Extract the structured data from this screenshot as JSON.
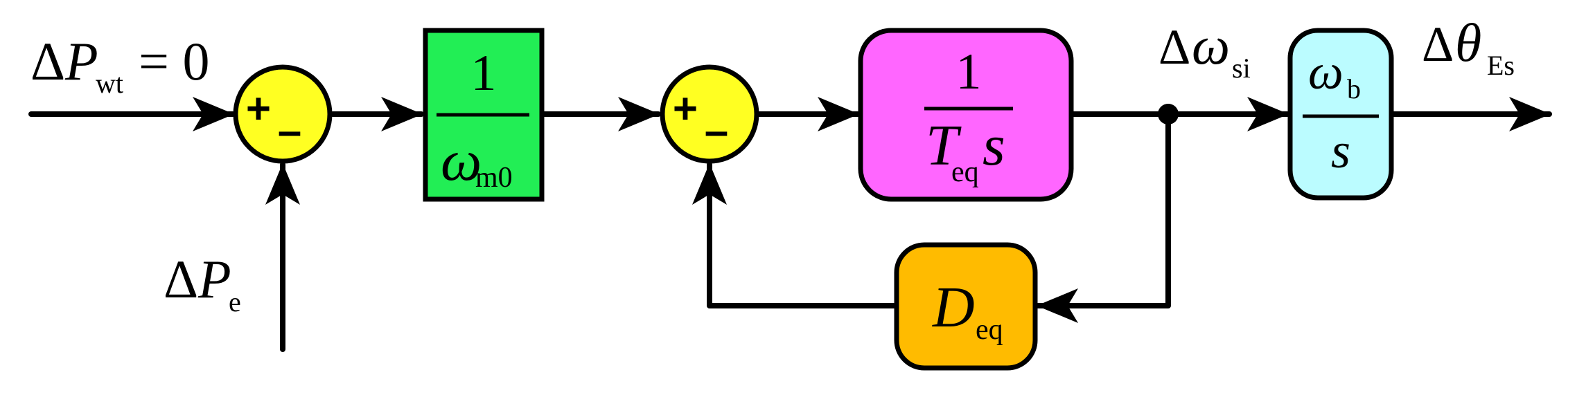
{
  "inputs": {
    "p_wt": {
      "delta": "Δ",
      "symbol": "P",
      "subscript": "wt",
      "equals": "= 0"
    },
    "p_e": {
      "delta": "Δ",
      "symbol": "P",
      "subscript": "e"
    }
  },
  "summers": {
    "first": {
      "plus": "+",
      "minus": "–"
    },
    "second": {
      "plus": "+",
      "minus": "–"
    }
  },
  "blocks": {
    "inertia": {
      "numerator": "1",
      "den_symbol": "ω",
      "den_subscript": "m0",
      "color": "#22ee55"
    },
    "integrator": {
      "numerator": "1",
      "den_symbol": "T",
      "den_subscript": "eq",
      "den_var": "s",
      "color": "#ff66ff"
    },
    "damping": {
      "symbol": "D",
      "subscript": "eq",
      "color": "#ffbb00"
    },
    "angle": {
      "num_symbol": "ω",
      "num_subscript": "b",
      "den_var": "s",
      "color": "#bbfcff"
    }
  },
  "signals": {
    "omega_si": {
      "delta": "Δ",
      "symbol": "ω",
      "subscript": "si"
    },
    "theta_es": {
      "delta": "Δ",
      "symbol": "θ",
      "subscript": "Es"
    }
  },
  "summer_color": "#ffff22"
}
